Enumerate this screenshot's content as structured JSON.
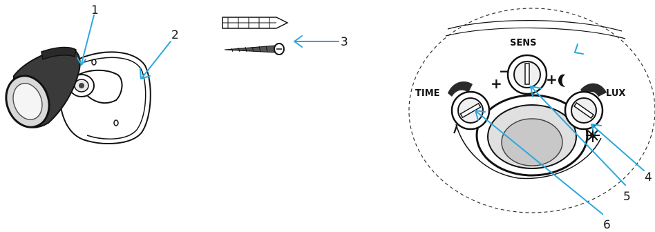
{
  "callouts": [
    "1",
    "2",
    "3",
    "4",
    "5",
    "6"
  ],
  "panel": {
    "sens": "SENS",
    "time": "TIME",
    "lux": "LUX",
    "plus": "+",
    "minus": "−",
    "sun_icon": "sun-icon",
    "moon_icon": "moon-icon"
  },
  "colors": {
    "arrow": "#2aa7de",
    "ink": "#111111",
    "background": "#ffffff"
  }
}
